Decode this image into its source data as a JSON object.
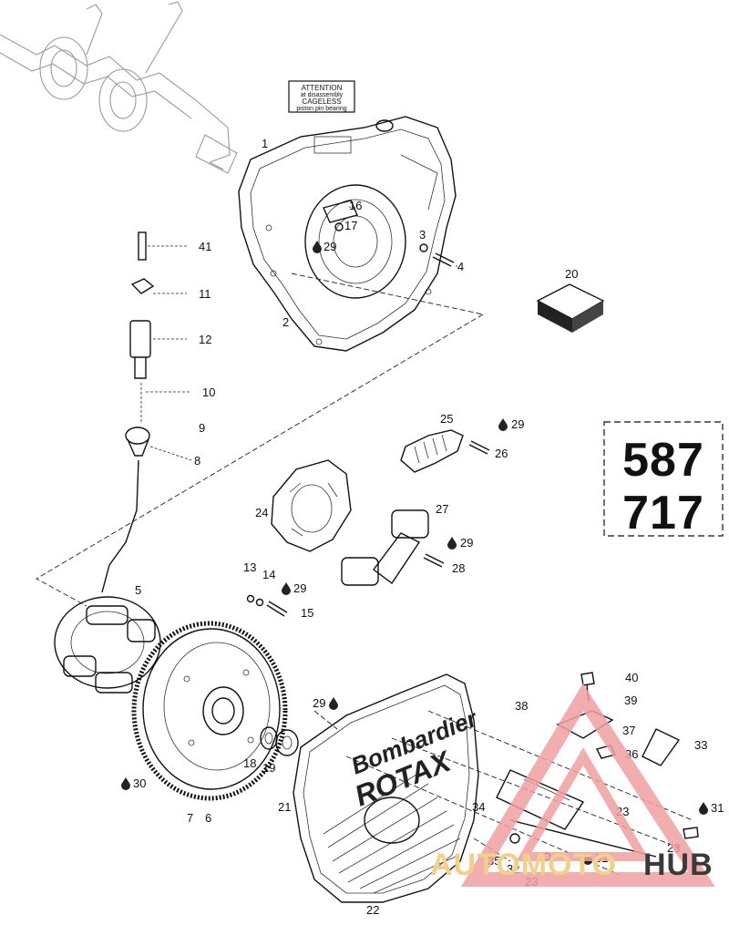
{
  "labels": {
    "p1": "1",
    "p2": "2",
    "p3": "3",
    "p4": "4",
    "p5": "5",
    "p6": "6",
    "p7": "7",
    "p8": "8",
    "p9": "9",
    "p10": "10",
    "p11": "11",
    "p12": "12",
    "p13": "13",
    "p14": "14",
    "p15": "15",
    "p16": "16",
    "p17": "17",
    "p18": "18",
    "p19": "19",
    "p20": "20",
    "p21": "21",
    "p22": "22",
    "p23": "23",
    "p24": "24",
    "p25": "25",
    "p26": "26",
    "p27": "27",
    "p28": "28",
    "p29": "29",
    "p30": "30",
    "p31": "31",
    "p32": "32",
    "p33": "33",
    "p34": "34",
    "p35": "35",
    "p36": "36",
    "p37": "37",
    "p38": "38",
    "p39": "39",
    "p40": "40",
    "p41": "41"
  },
  "engine_codes": [
    "587",
    "717"
  ],
  "attention_label": {
    "line1": "ATTENTION",
    "line2": "at disassembly",
    "line3": "CAGELESS",
    "line4": "piston pin bearing"
  },
  "cover_brand": {
    "line1": "Bombardier",
    "line2": "ROTAX"
  },
  "watermark": {
    "part1": "AUTOMOTO",
    "part2": "HUB",
    "color_primary": "#f0a0a0",
    "color_secondary": "#f3cf8a",
    "color_dark": "#3a3a3a"
  }
}
